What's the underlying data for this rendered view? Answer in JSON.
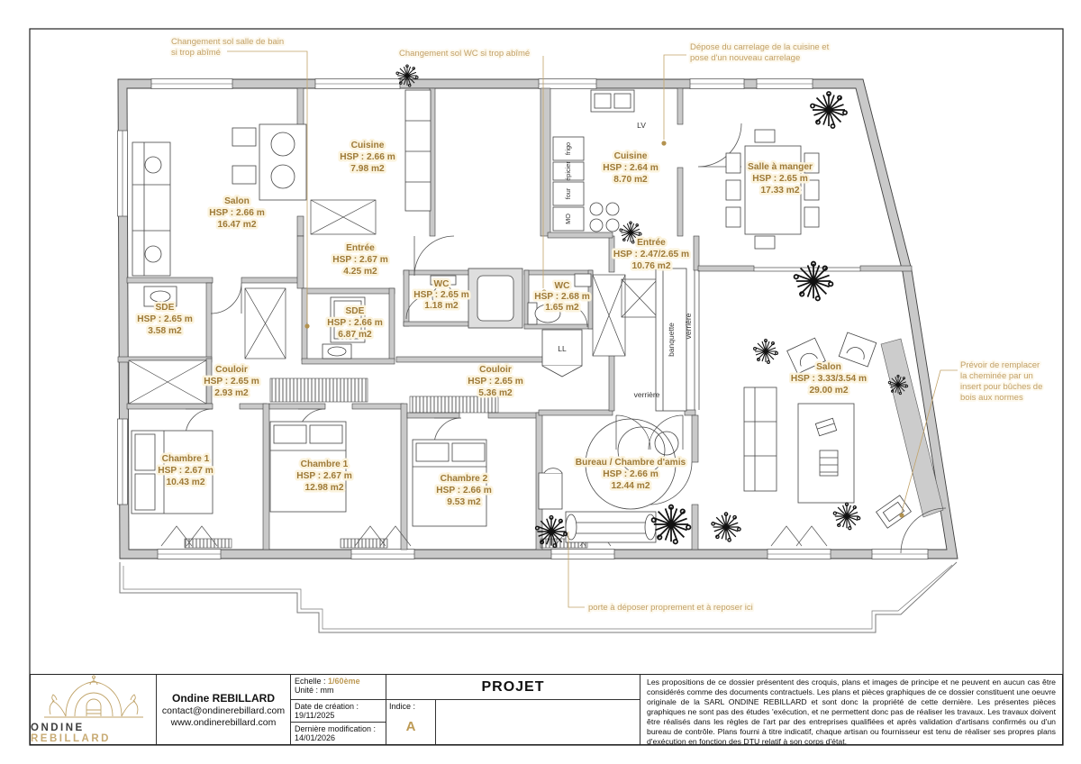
{
  "rooms": [
    {
      "id": "salon-left",
      "name": "Salon",
      "hsp": "HSP : 2.66 m",
      "area": "16.47 m2"
    },
    {
      "id": "cuisine-left",
      "name": "Cuisine",
      "hsp": "HSP : 2.66 m",
      "area": "7.98 m2"
    },
    {
      "id": "entree-left",
      "name": "Entrée",
      "hsp": "HSP : 2.67 m",
      "area": "4.25 m2"
    },
    {
      "id": "wc-left",
      "name": "WC",
      "hsp": "HSP : 2.65 m",
      "area": "1.18 m2"
    },
    {
      "id": "sde-small",
      "name": "SDE",
      "hsp": "HSP : 2.65 m",
      "area": "3.58 m2"
    },
    {
      "id": "sde-left",
      "name": "SDE",
      "hsp": "HSP : 2.66 m",
      "area": "6.87 m2"
    },
    {
      "id": "couloir-left",
      "name": "Couloir",
      "hsp": "HSP : 2.65 m",
      "area": "2.93 m2"
    },
    {
      "id": "chambre-1a",
      "name": "Chambre 1",
      "hsp": "HSP : 2.67 m",
      "area": "10.43 m2"
    },
    {
      "id": "chambre-1b",
      "name": "Chambre 1",
      "hsp": "HSP : 2.67 m",
      "area": "12.98 m2"
    },
    {
      "id": "chambre-2",
      "name": "Chambre 2",
      "hsp": "HSP : 2.66 m",
      "area": "9.53 m2"
    },
    {
      "id": "couloir-center",
      "name": "Couloir",
      "hsp": "HSP : 2.65 m",
      "area": "5.36 m2"
    },
    {
      "id": "wc-right",
      "name": "WC",
      "hsp": "HSP : 2.68 m",
      "area": "1.65 m2"
    },
    {
      "id": "cuisine-right",
      "name": "Cuisine",
      "hsp": "HSP : 2.64 m",
      "area": "8.70 m2"
    },
    {
      "id": "salle-a-manger",
      "name": "Salle à manger",
      "hsp": "HSP : 2.65 m",
      "area": "17.33 m2"
    },
    {
      "id": "entree-right",
      "name": "Entrée",
      "hsp": "HSP : 2.47/2.65 m",
      "area": "10.76 m2"
    },
    {
      "id": "bureau",
      "name": "Bureau / Chambre d'amis",
      "hsp": "HSP : 2.66 m",
      "area": "12.44 m2"
    },
    {
      "id": "salon-right",
      "name": "Salon",
      "hsp": "HSP : 3.33/3.54 m",
      "area": "29.00 m2"
    }
  ],
  "annotations": [
    {
      "lines": [
        "Changement sol salle de bain",
        "si trop abîmé"
      ]
    },
    {
      "lines": [
        "Changement sol WC si trop abîmé"
      ]
    },
    {
      "lines": [
        "Dépose du carrelage de la cuisine et",
        "pose d'un nouveau carrelage"
      ]
    },
    {
      "lines": [
        "Prévoir de remplacer",
        "la cheminée par un",
        "insert pour bûches de",
        "bois aux normes"
      ]
    },
    {
      "lines": [
        "porte à déposer proprement et à reposer ici"
      ]
    }
  ],
  "fixtures": {
    "lv": "LV",
    "ll": "LL",
    "frigo": "frigo",
    "epicier": "épicier",
    "four": "four",
    "mo": "MO",
    "banquette": "banquette",
    "verriere": "verrière"
  },
  "title_block": {
    "company": "Ondine REBILLARD",
    "email": "contact@ondinerebillard.com",
    "website": "www.ondinerebillard.com",
    "logo_word_1": "ONDINE",
    "logo_word_2": "REBILLARD",
    "scale_label": "Echelle :",
    "scale_value": "1/60ème",
    "unit_line": "Unité : mm",
    "created_label": "Date de création :",
    "created_value": "19/11/2025",
    "modified_label": "Dernière modification :",
    "modified_value": "14/01/2026",
    "indice_label": "Indice :",
    "indice_value": "A",
    "project_title": "PROJET",
    "legal": "Les propositions de ce dossier présentent des croquis, plans et images de principe et ne peuvent en aucun cas être considérés comme des documents contractuels. Les plans et pièces graphiques de ce dossier constituent une oeuvre originale de la SARL ONDINE REBILLARD et sont donc la propriété de cette dernière. Les présentes pièces graphiques ne sont pas des études 'exécution, et ne permettent donc pas de réaliser les travaux. Les travaux doivent être réalisés dans les règles de l'art par des entreprises qualifiées et après validation d'artisans confirmés ou d'un bureau de contrôle. Plans fourni à titre indicatif, chaque artisan ou fournisseur est tenu de réaliser ses propres plans d'exécution en fonction des DTU relatif à son corps d'état."
  },
  "colors": {
    "room_label": "#9e7a38",
    "annotation": "#c2a066",
    "accent_gold": "#bd9a55",
    "wall_fill": "#c9c9c9",
    "line": "#3f3f3f"
  }
}
